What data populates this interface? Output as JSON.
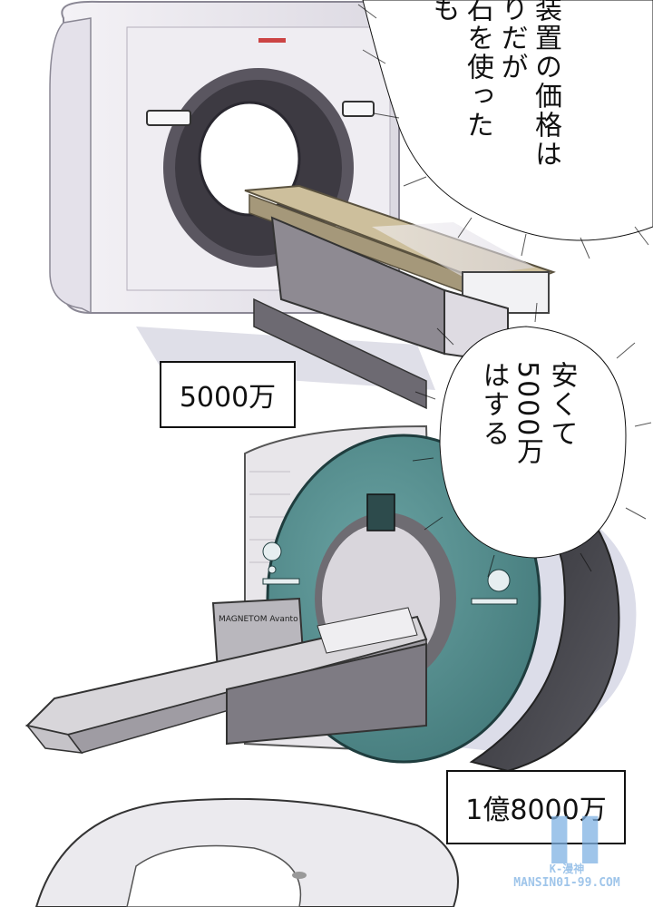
{
  "panel_top": {
    "bubble_columns": [
      "装置の価格は",
      "りだが",
      "石を使った",
      "も"
    ],
    "price_label": "5000万"
  },
  "panel_middle": {
    "bubble_columns": [
      "安くて",
      "5000万",
      "はする"
    ],
    "price_label": "1億8000万",
    "machine_text": "MAGNETOM Avanto"
  },
  "watermark": {
    "line1": "K-漫神",
    "line2": "MANSIN01-99.COM"
  },
  "colors": {
    "mri_teal": "#4f8b8c",
    "ct_body": "#eceaf0",
    "table_tan": "#bfae8a"
  }
}
